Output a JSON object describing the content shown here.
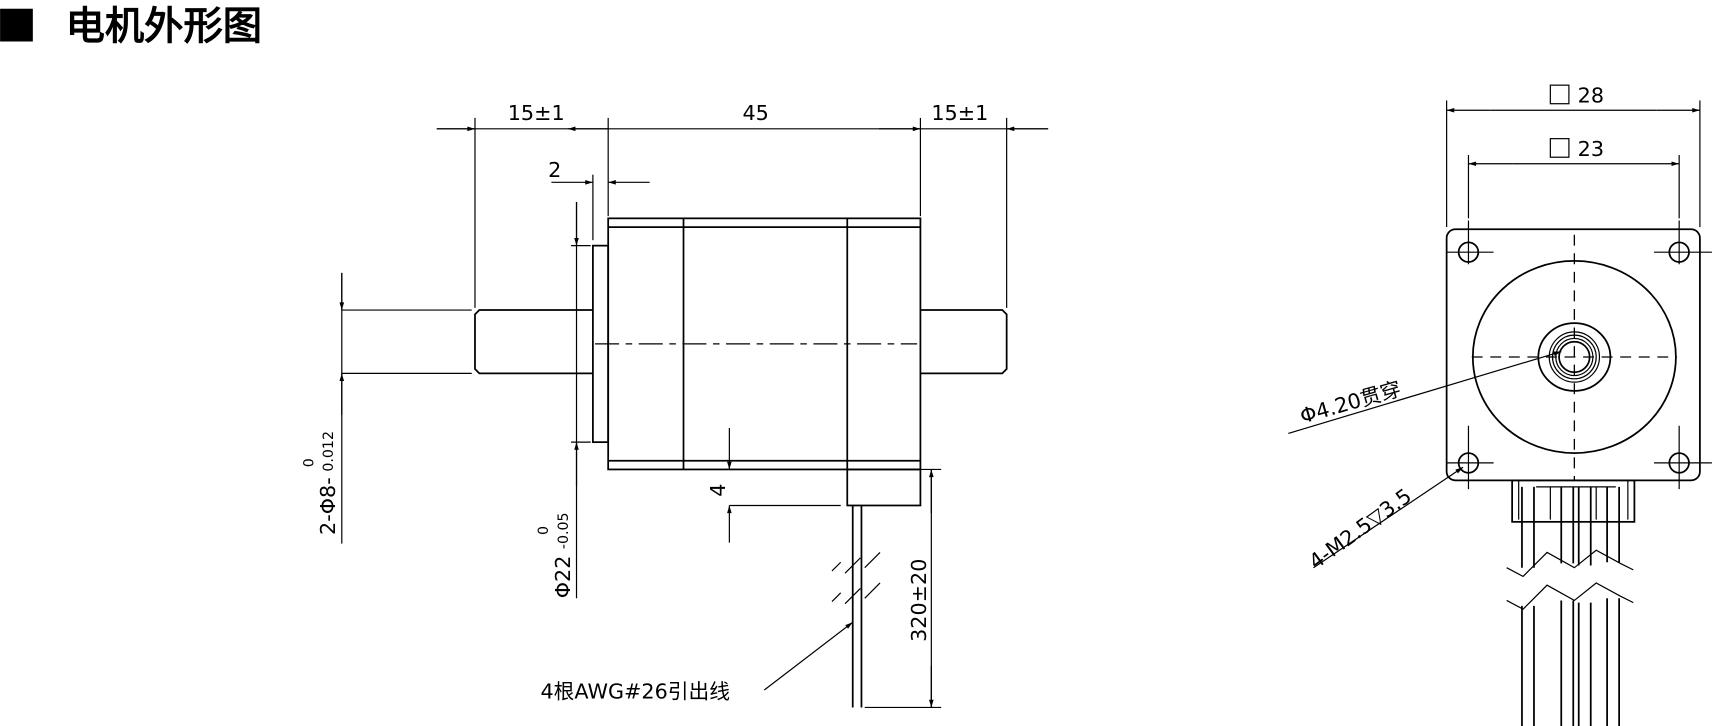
{
  "title": "电机外形图",
  "side_view": {
    "dim_front_shaft": "15±1",
    "dim_body_length": "45",
    "dim_rear_shaft": "15±1",
    "dim_boss_height": "2",
    "dim_shaft_dia": "2-Φ8-",
    "dim_shaft_tol_upper": "0",
    "dim_shaft_tol_lower": "0.012",
    "dim_boss_dia": "Φ22",
    "dim_boss_tol_upper": "0",
    "dim_boss_tol_lower": "-0.05",
    "dim_lead_box": "4",
    "dim_lead_length": "320±20",
    "lead_note": "4根AWG#26引出线"
  },
  "front_view": {
    "dim_outer_square": "28",
    "dim_hole_pitch": "23",
    "bore_note": "Φ4.20贯穿",
    "hole_note": "4-M2.5▽3.5"
  }
}
